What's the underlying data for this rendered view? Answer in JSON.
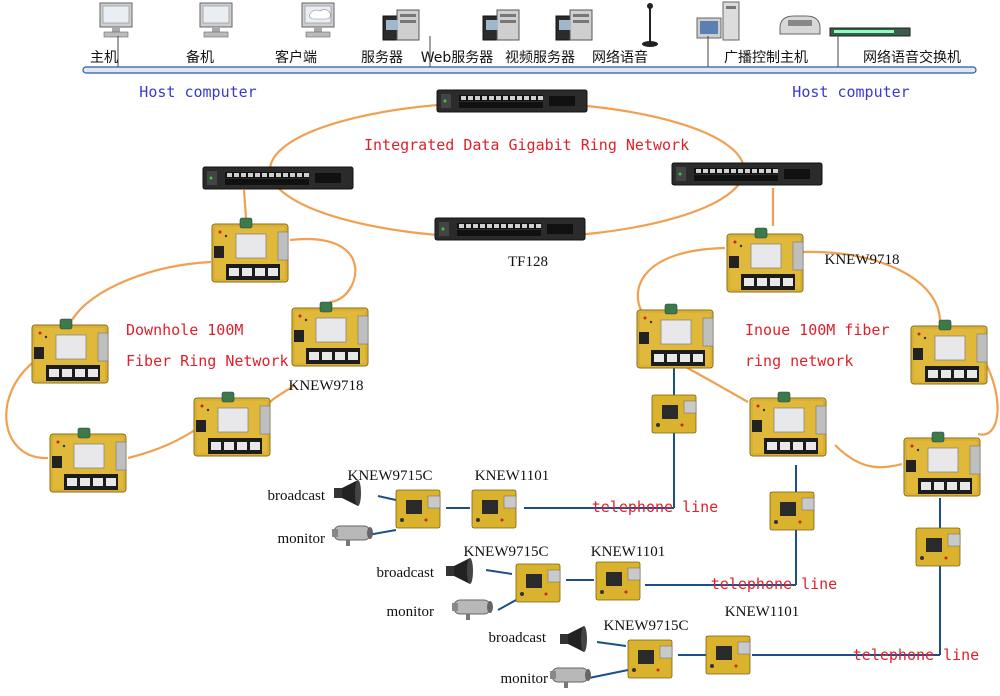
{
  "top_devices": {
    "labels": [
      "主机",
      "备机",
      "客户端",
      "服务器",
      "Web服务器",
      "视频服务器",
      "网络语音",
      "广播控制主机",
      "网络语音交换机"
    ]
  },
  "host_computer_left": "Host computer",
  "host_computer_right": "Host computer",
  "gigabit_ring_label": "Integrated Data Gigabit Ring Network",
  "tf128_label": "TF128",
  "downhole_ring": {
    "line1": "Downhole 100M",
    "line2": "Fiber Ring Network"
  },
  "inoue_ring": {
    "line1": "Inoue 100M fiber",
    "line2": "ring network"
  },
  "knew9718_left": "KNEW9718",
  "knew9718_right": "KNEW9718",
  "endpoint_rows": [
    {
      "knew9715c": "KNEW9715C",
      "knew1101": "KNEW1101",
      "broadcast": "broadcast",
      "monitor": "monitor",
      "telephone": "telephone line"
    },
    {
      "knew9715c": "KNEW9715C",
      "knew1101": "KNEW1101",
      "broadcast": "broadcast",
      "monitor": "monitor",
      "telephone": "telephone line"
    },
    {
      "knew9715c": "KNEW9715C",
      "knew1101": "KNEW1101",
      "broadcast": "broadcast",
      "monitor": "monitor",
      "telephone": "telephone line"
    }
  ],
  "colors": {
    "ring": "#f0a050",
    "blue_link": "#1a4f8c",
    "label_red": "#e0202a",
    "label_blue": "#3a3acf",
    "bus": "#2a5aa0"
  }
}
